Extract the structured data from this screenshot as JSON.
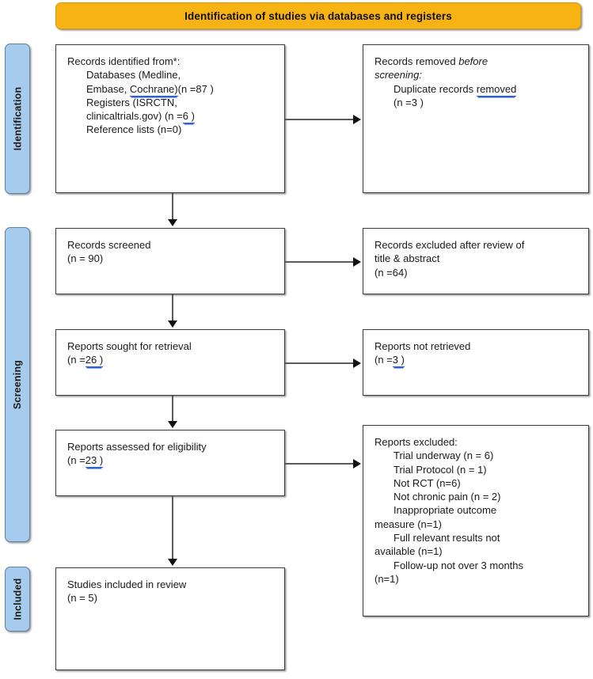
{
  "banner": {
    "title": "Identification of studies via databases and registers"
  },
  "stages": [
    {
      "key": "identification",
      "label": "Identification"
    },
    {
      "key": "screening",
      "label": "Screening"
    },
    {
      "key": "included",
      "label": "Included"
    }
  ],
  "boxes": {
    "identified": {
      "title": "Records identified from*:",
      "line1": "Databases (Medline,",
      "line2a": "Embase, ",
      "line2b": "Cochrane)",
      "line2c": "(n =87 )",
      "line3": "Registers (ISRCTN,",
      "line4a": "clinicaltrials.gov) (n =",
      "line4b": "6  )",
      "line5": "Reference lists (n=0)"
    },
    "removed": {
      "line1a": "Records removed ",
      "line1b": "before",
      "line2": "screening:",
      "line3a": "Duplicate records ",
      "line3b": "removed  ",
      "line4": "(n =3 )"
    },
    "screened": {
      "line1": "Records screened",
      "line2": "(n = 90)"
    },
    "excluded_title": {
      "line1": "Records excluded after review of",
      "line2": "title & abstract",
      "line3": "(n =64)"
    },
    "sought": {
      "line1": "Reports sought for retrieval",
      "line2a": "(n =",
      "line2b": "26  )"
    },
    "not_retrieved": {
      "line1": "Reports not retrieved",
      "line2a": "(n =",
      "line2b": "3  )"
    },
    "assessed": {
      "line1": "Reports assessed for eligibility",
      "line2a": "(n =",
      "line2b": "23  )"
    },
    "excluded_reasons": {
      "title": "Reports excluded:",
      "items": [
        "Trial underway (n = 6)",
        "Trial Protocol (n = 1)",
        "Not RCT (n=6)",
        "Not chronic pain (n = 2)",
        "Inappropriate outcome",
        "measure (n=1)",
        "Full relevant results not",
        "available (n=1)",
        "Follow-up not over 3 months",
        "(n=1)"
      ]
    },
    "included": {
      "line1": "Studies included in review",
      "line2": "(n = 5)"
    }
  },
  "colors": {
    "banner_bg": "#F7B313",
    "stage_bg": "#A7CBEC",
    "box_border": "#3A3A3A",
    "spellcheck_underline": "#2B5FD9"
  }
}
